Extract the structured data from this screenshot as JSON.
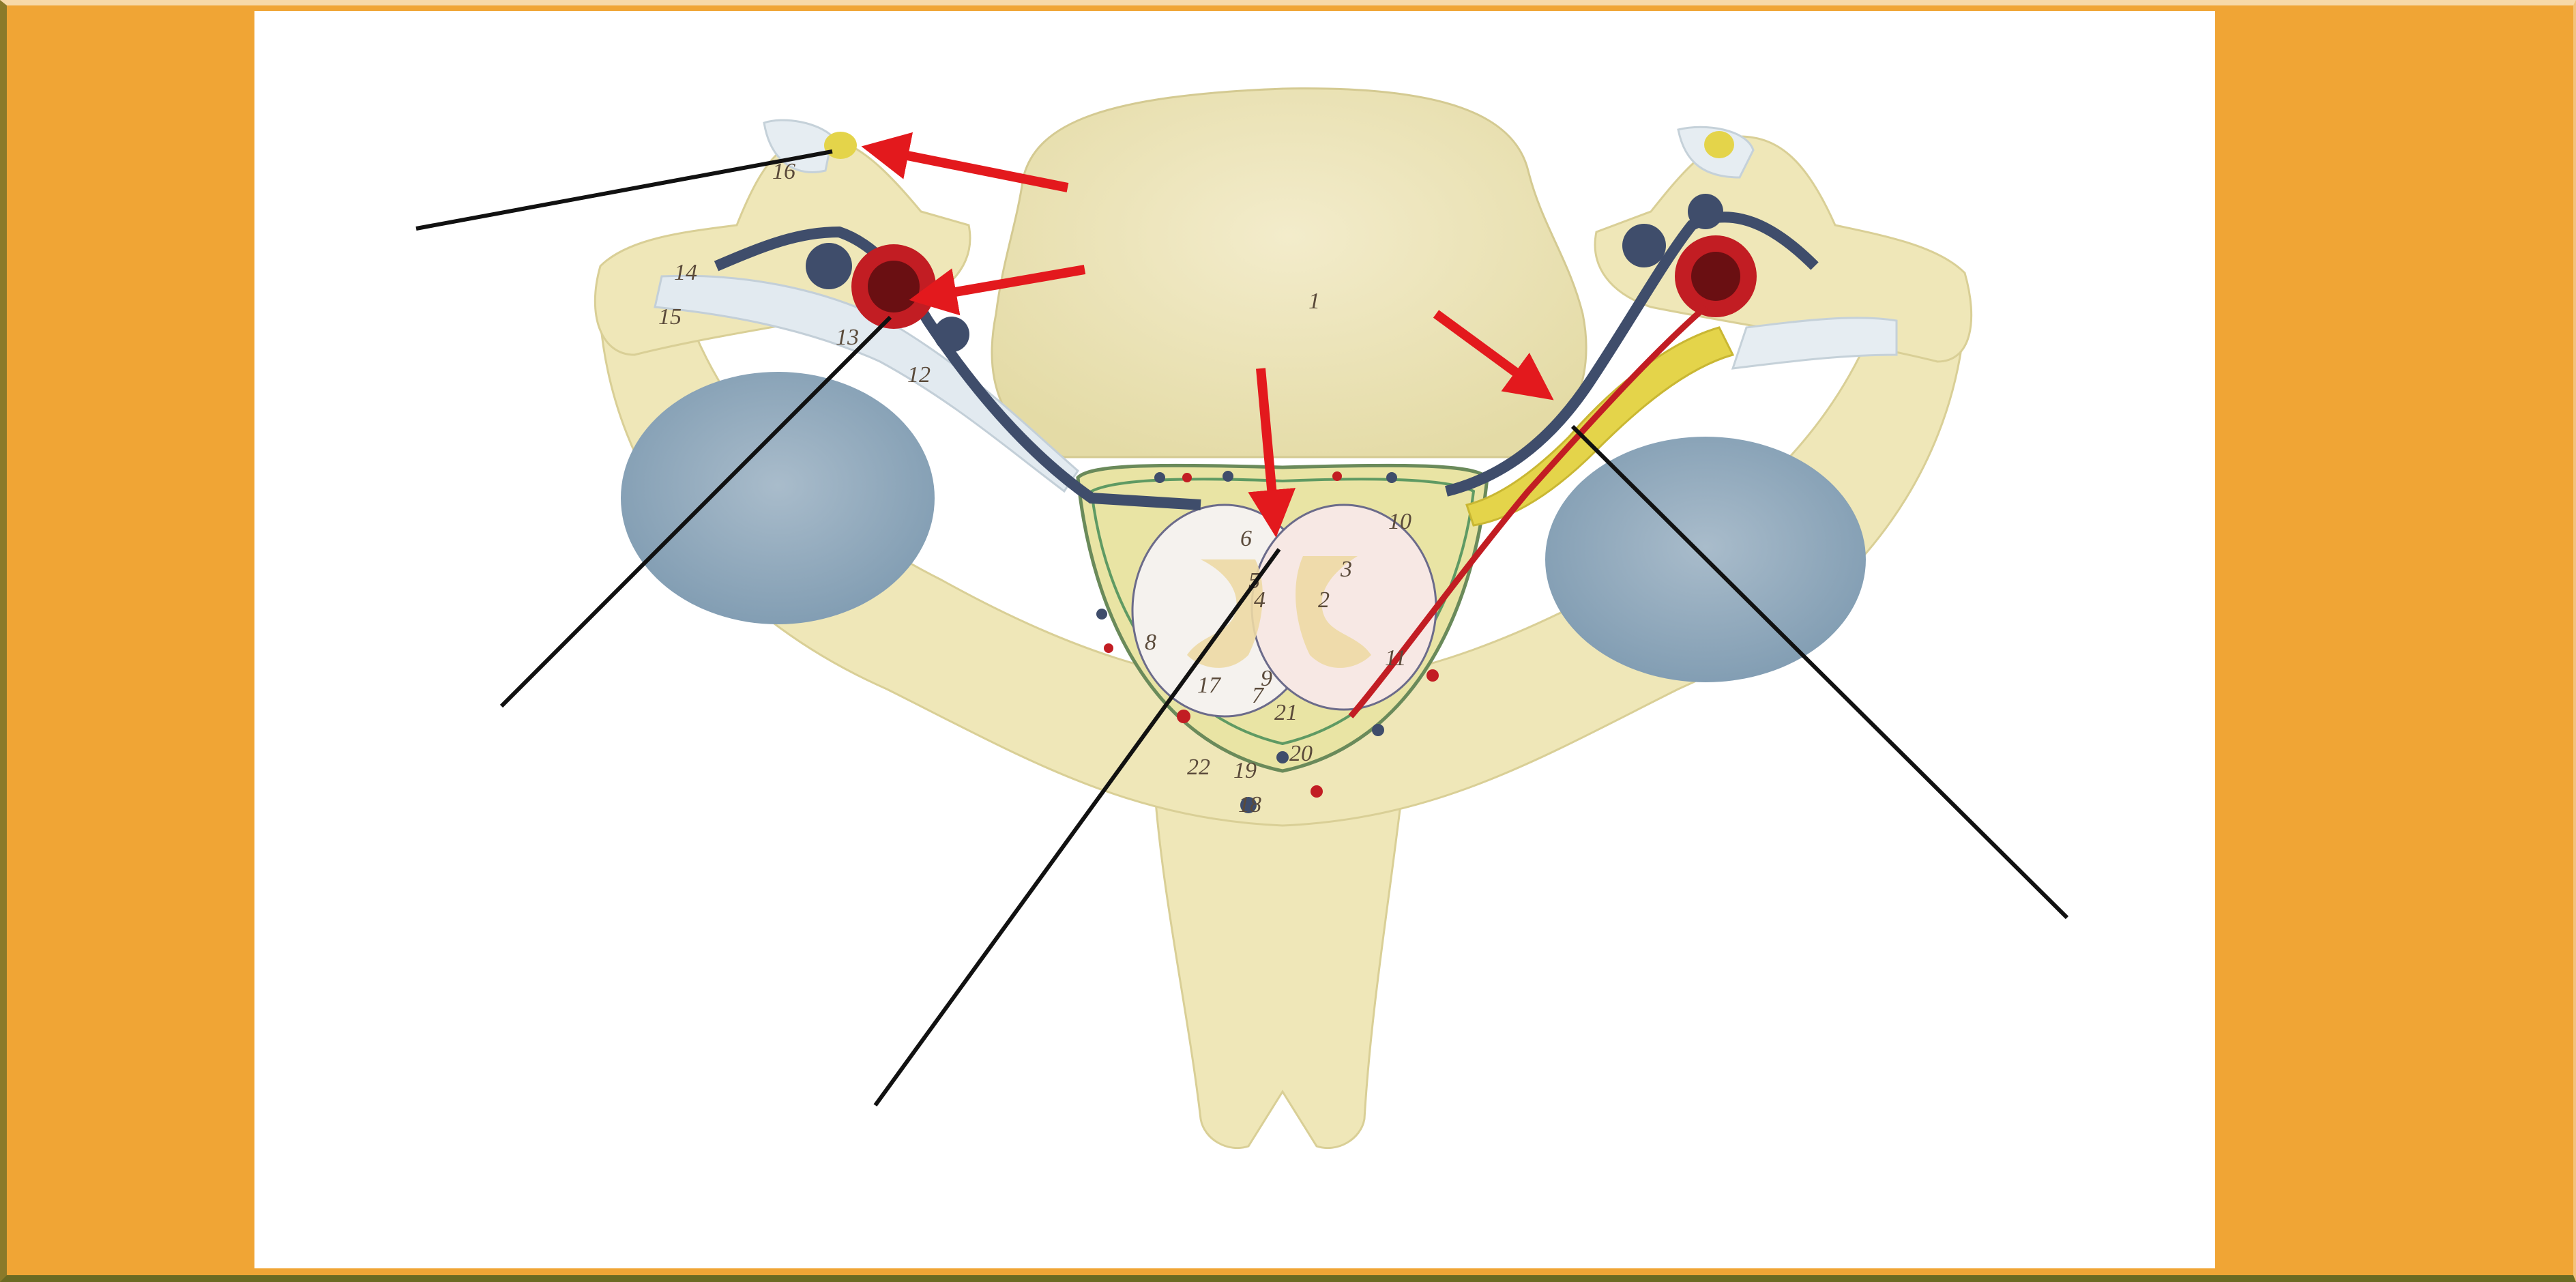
{
  "colors": {
    "background": "#f0a535",
    "panel": "#ffffff",
    "bone": "#efe7b8",
    "disc_blue": "#8ea8ba",
    "vein": "#3f4d6b",
    "artery": "#b3141a",
    "nerve": "#e4d44a",
    "arrow": "#e3191d",
    "leader_line": "#111111"
  },
  "model_numbers": {
    "n1": "1",
    "n2": "2",
    "n3": "3",
    "n4": "4",
    "n5": "5",
    "n6": "6",
    "n7": "7",
    "n8": "8",
    "n9": "9",
    "n10": "10",
    "n11": "11",
    "n12": "12",
    "n13": "13",
    "n14": "14",
    "n15": "15",
    "n16": "16",
    "n17": "17",
    "n18": "18",
    "n19": "19",
    "n20": "20",
    "n21": "21",
    "n22": "22"
  }
}
